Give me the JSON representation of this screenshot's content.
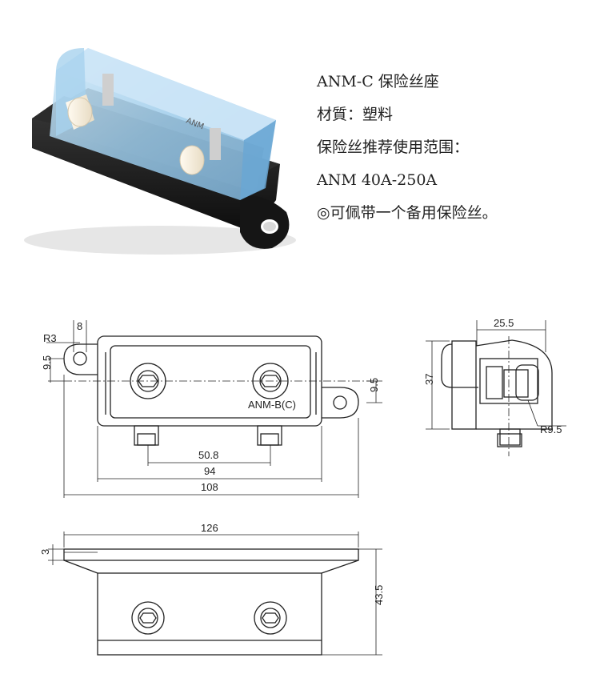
{
  "spec_lines": [
    "ANM-C 保险丝座",
    "材質：塑料",
    "保险丝推荐使用范围：",
    "ANM 40A-250A",
    "◎可佩带一个备用保险丝。"
  ],
  "part_label": "ANM-B(C)",
  "photo_label": "ANM",
  "dimensions": {
    "r3": "R3",
    "w8": "8",
    "h95_left": "9.5",
    "h95_right": "9.5",
    "d508": "50.8",
    "d94": "94",
    "d108": "108",
    "d255": "25.5",
    "d37": "37",
    "r95": "R9.5",
    "d126": "126",
    "d3": "3",
    "d435": "43.5"
  },
  "colors": {
    "cover_blue": "#a9d4ef",
    "base_black": "#1a1a1a",
    "line": "#222222"
  }
}
